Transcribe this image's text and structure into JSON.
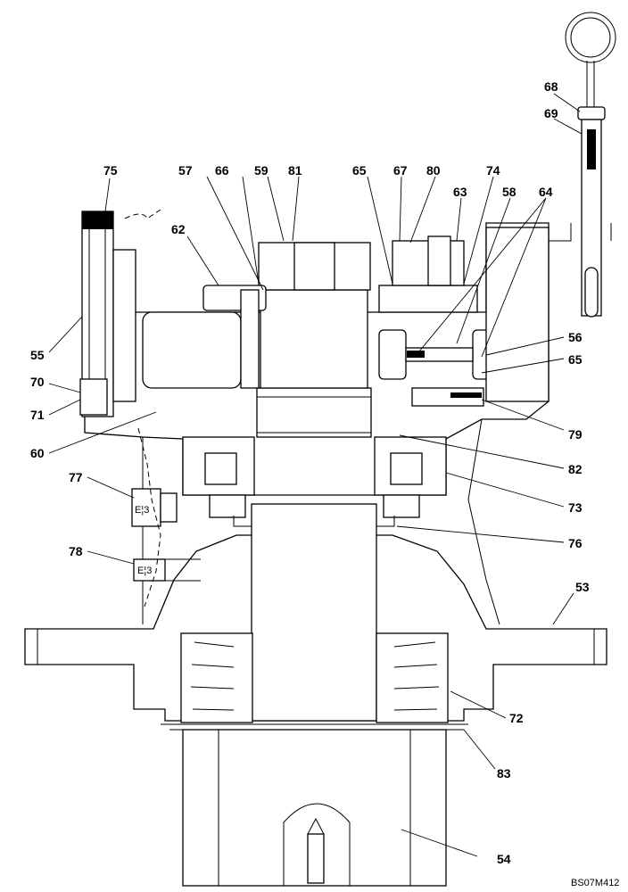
{
  "drawing_code": "BS07M412",
  "labels": {
    "l53": "53",
    "l54": "54",
    "l55": "55",
    "l56": "56",
    "l57": "57",
    "l58": "58",
    "l59": "59",
    "l60": "60",
    "l62": "62",
    "l63": "63",
    "l64": "64",
    "l65a": "65",
    "l65b": "65",
    "l66": "66",
    "l67": "67",
    "l68": "68",
    "l69": "69",
    "l70": "70",
    "l71": "71",
    "l72": "72",
    "l73": "73",
    "l74": "74",
    "l75": "75",
    "l76": "76",
    "l77": "77",
    "l78": "78",
    "l79": "79",
    "l80": "80",
    "l81": "81",
    "l82": "82",
    "l83": "83"
  }
}
